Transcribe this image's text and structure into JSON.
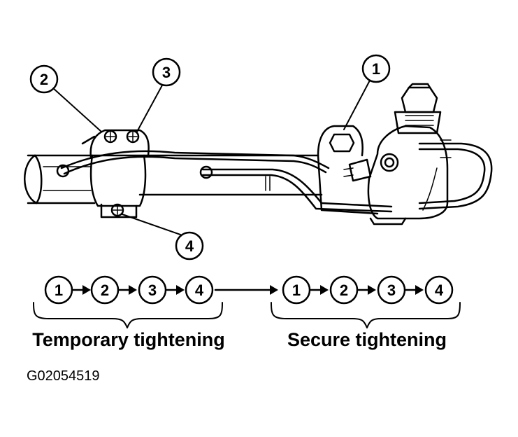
{
  "callouts": [
    "1",
    "2",
    "3",
    "4"
  ],
  "sequence": {
    "temporary": [
      "1",
      "2",
      "3",
      "4"
    ],
    "secure": [
      "1",
      "2",
      "3",
      "4"
    ]
  },
  "labels": {
    "temporary": "Temporary tightening",
    "secure": "Secure tightening"
  },
  "figure_id": "G02054519"
}
